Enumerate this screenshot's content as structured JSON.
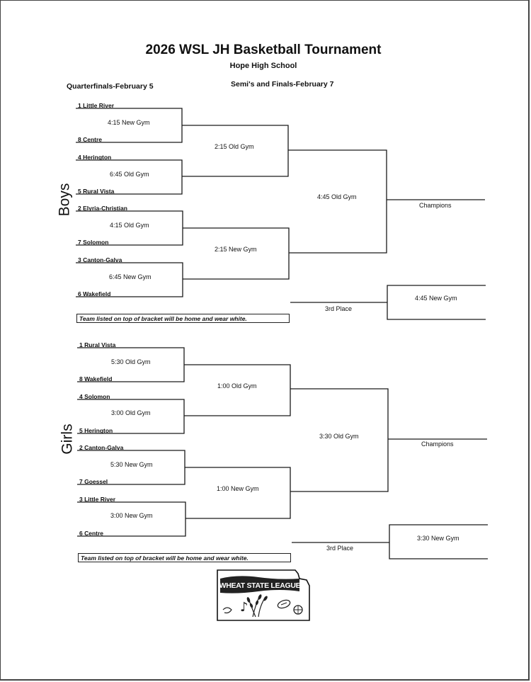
{
  "header": {
    "title": "2026 WSL JH Basketball Tournament",
    "subtitle": "Hope High School",
    "quarterfinals_label": "Quarterfinals-February 5",
    "semis_finals_label": "Semi's and Finals-February 7"
  },
  "boys": {
    "label": "Boys",
    "teams": [
      "1 Little River",
      "8 Centre",
      "4 Herington",
      "5 Rural Vista",
      "2 Elyria-Christian",
      "7 Solomon",
      "3 Canton-Galva",
      "6 Wakefield"
    ],
    "quarterfinal_games": [
      "4:15 New Gym",
      "6:45 Old Gym",
      "4:15 Old Gym",
      "6:45 New Gym"
    ],
    "semifinal_games": [
      "2:15 Old Gym",
      "2:15 New Gym"
    ],
    "final_game": "4:45 Old Gym",
    "champions_label": "Champions",
    "third_place_game": "4:45 New Gym",
    "third_place_label": "3rd Place",
    "note": "Team listed on top of bracket will be home and wear white."
  },
  "girls": {
    "label": "Girls",
    "teams": [
      "1 Rural Vista",
      "8 Wakefield",
      "4 Solomon",
      "5 Herington",
      "2 Canton-Galva",
      "7 Goessel",
      "3 Little River",
      "6 Centre"
    ],
    "quarterfinal_games": [
      "5:30 Old Gym",
      "3:00 Old Gym",
      "5:30 New Gym",
      "3:00 New Gym"
    ],
    "semifinal_games": [
      "1:00 Old Gym",
      "1:00 New Gym"
    ],
    "final_game": "3:30 Old Gym",
    "champions_label": "Champions",
    "third_place_game": "3:30 New Gym",
    "third_place_label": "3rd Place",
    "note": "Team listed on top of bracket will be home and wear white."
  },
  "logo": {
    "text": "WHEAT STATE LEAGUE"
  }
}
